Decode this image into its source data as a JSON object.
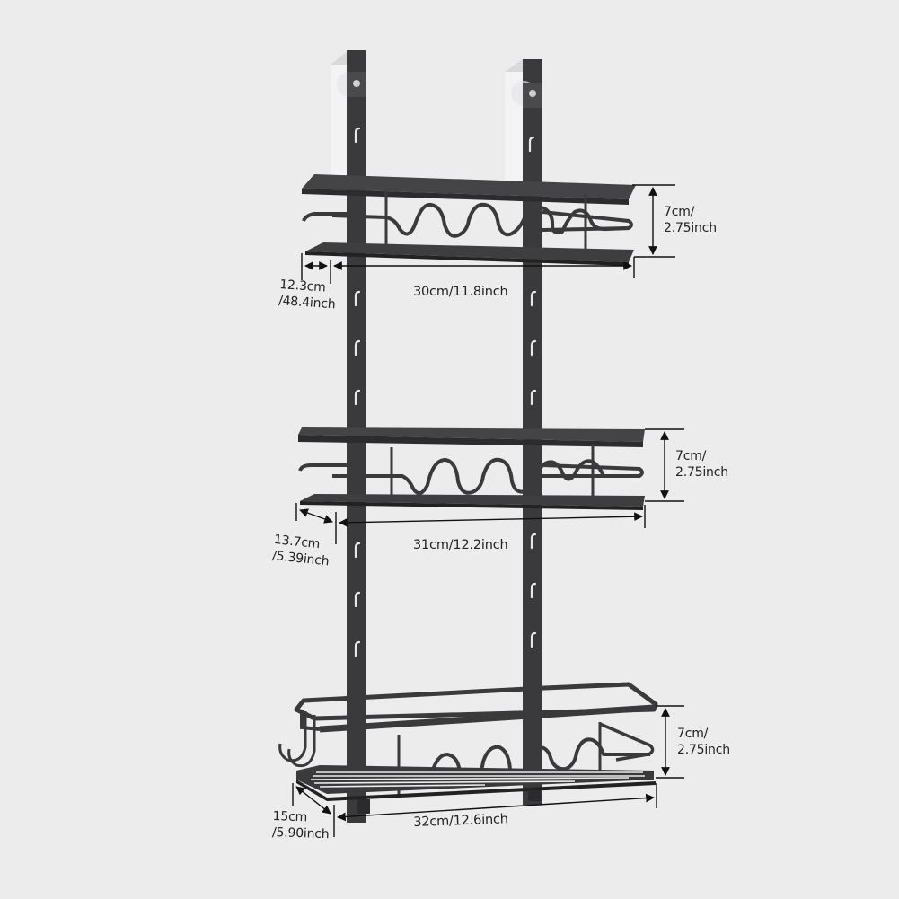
{
  "diagram": {
    "subject": "3-tier over-door shower caddy",
    "background_color": "#ececec",
    "metal_color": "#3a3a3c",
    "tiers": [
      {
        "name": "top",
        "height_label_1": "7cm/",
        "height_label_2": "2.75inch",
        "width_label": "30cm/11.8inch",
        "depth_label_1": "12.3cm",
        "depth_label_2": "/48.4inch"
      },
      {
        "name": "middle",
        "height_label_1": "7cm/",
        "height_label_2": "2.75inch",
        "width_label": "31cm/12.2inch",
        "depth_label_1": "13.7cm",
        "depth_label_2": "/5.39inch"
      },
      {
        "name": "bottom",
        "height_label_1": "7cm/",
        "height_label_2": "2.75inch",
        "width_label": "32cm/12.6inch",
        "depth_label_1": "15cm",
        "depth_label_2": "/5.90inch"
      }
    ]
  }
}
